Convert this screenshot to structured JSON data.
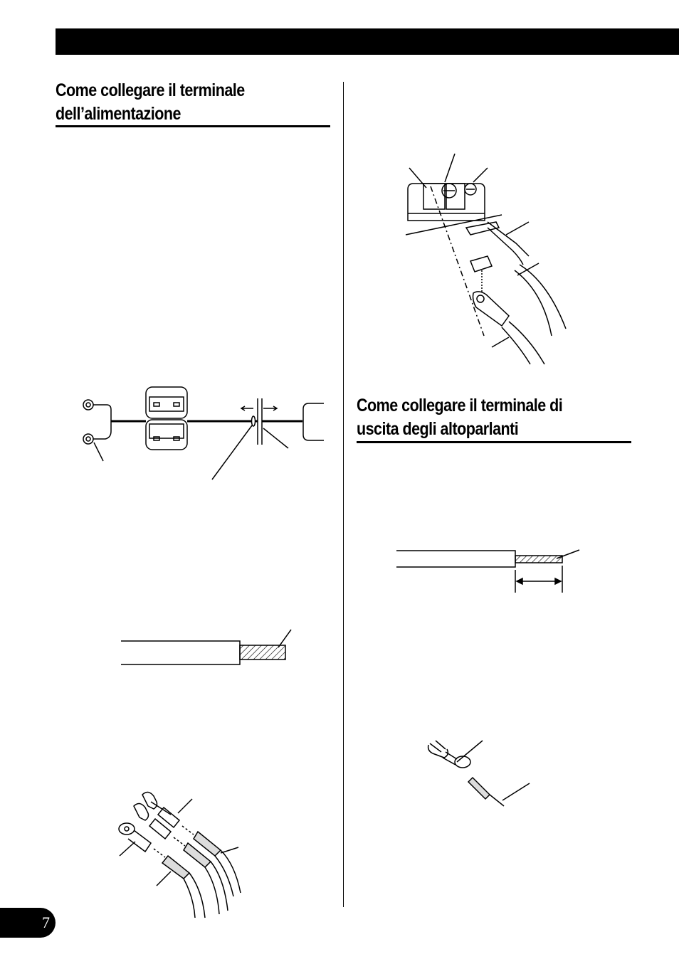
{
  "header": {
    "bar_color": "#000000"
  },
  "section_left": {
    "title_line1": "Come collegare il terminale",
    "title_line2": "dell’alimentazione"
  },
  "section_right": {
    "title_line1": "Come collegare il terminale di",
    "title_line2": "uscita degli altoparlanti"
  },
  "footer": {
    "page_number": "7"
  }
}
